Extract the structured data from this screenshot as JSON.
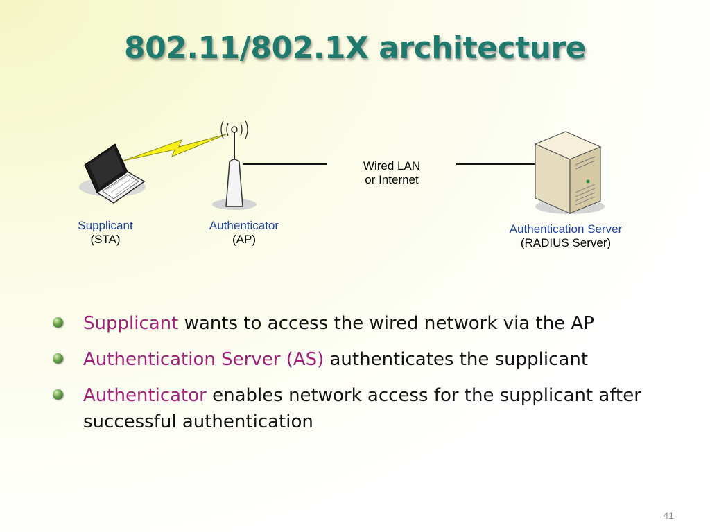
{
  "slide": {
    "title": "802.11/802.1X architecture",
    "page_number": "41"
  },
  "diagram": {
    "supplicant": {
      "name": "Supplicant",
      "sub": "(STA)"
    },
    "authenticator": {
      "name": "Authenticator",
      "sub": "(AP)"
    },
    "server": {
      "name": "Authentication Server",
      "sub": "(RADIUS Server)"
    },
    "link": {
      "line1": "Wired LAN",
      "line2": "or Internet"
    }
  },
  "bullets": [
    {
      "highlight": "Supplicant",
      "text": " wants to access the wired network via the AP"
    },
    {
      "highlight": "Authentication Server (AS)",
      "text": " authenticates the supplicant"
    },
    {
      "highlight": "Authenticator",
      "text": " enables network access for the supplicant after successful authentication"
    }
  ],
  "colors": {
    "title": "#1f7a6d",
    "highlight": "#a0207a",
    "diagram_label": "#1c3f9c"
  }
}
